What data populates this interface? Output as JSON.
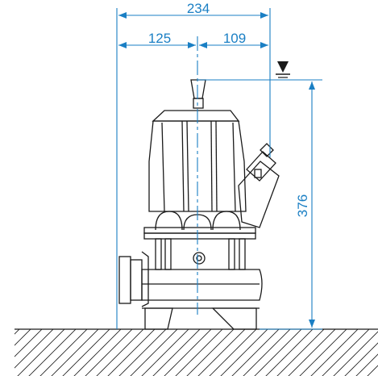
{
  "colors": {
    "dimension": "#1a7fc4",
    "outline": "#1a1a1a",
    "background": "#ffffff"
  },
  "dimensions": {
    "overall_width": "234",
    "left_offset": "125",
    "right_offset": "109",
    "height": "376"
  },
  "symbols": {
    "water_level": "water-level-icon"
  }
}
